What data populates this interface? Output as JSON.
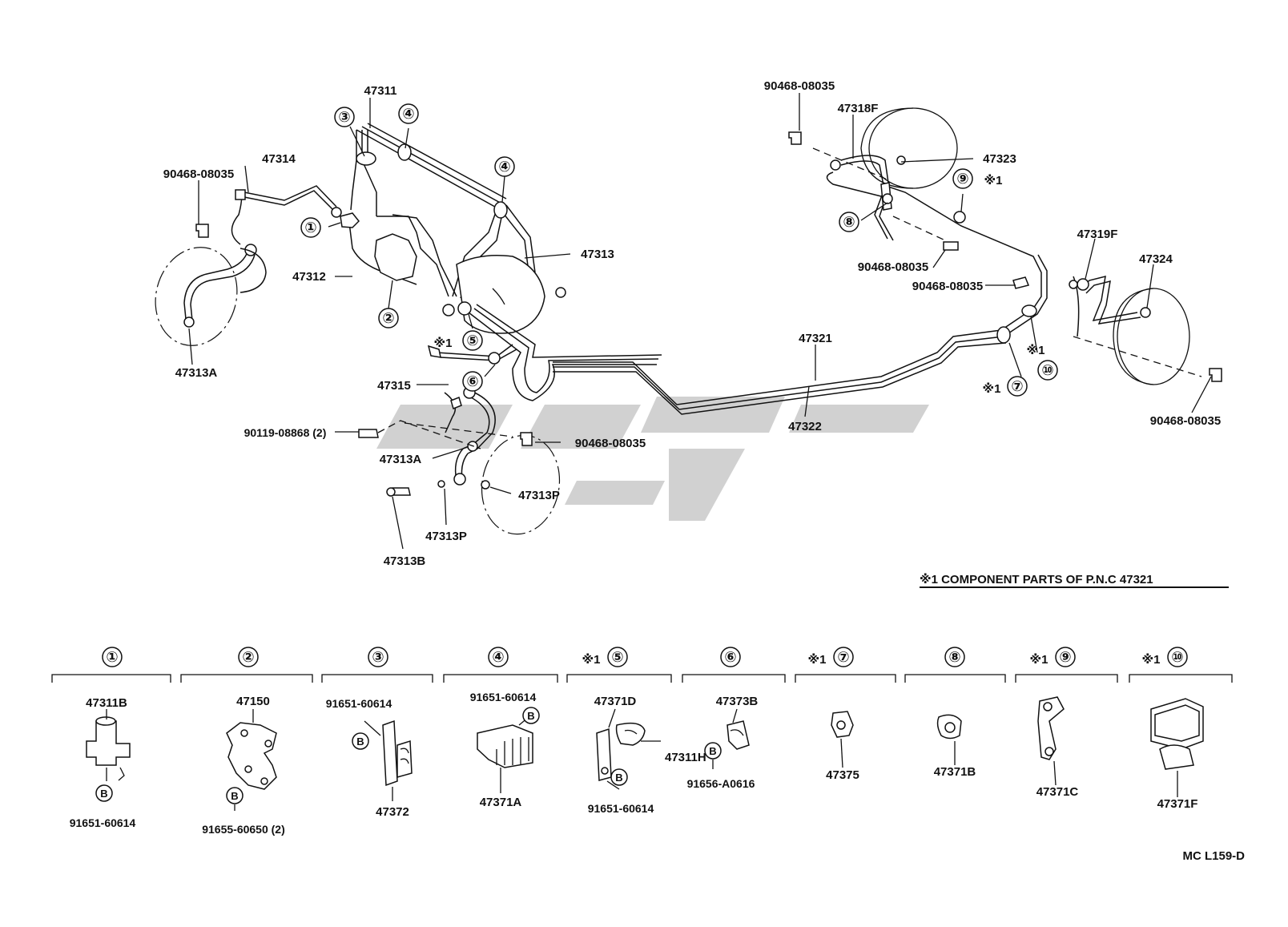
{
  "diagram": {
    "code": "MC L159-D",
    "note": "※1 COMPONENT PARTS OF P.N.C 47321",
    "callouts": [
      {
        "id": "47311",
        "text": "47311"
      },
      {
        "id": "47314",
        "text": "47314"
      },
      {
        "id": "90468a",
        "text": "90468-08035"
      },
      {
        "id": "47312",
        "text": "47312"
      },
      {
        "id": "47313",
        "text": "47313"
      },
      {
        "id": "47313A_left",
        "text": "47313A"
      },
      {
        "id": "47315",
        "text": "47315"
      },
      {
        "id": "90119",
        "text": "90119-08868 (2)"
      },
      {
        "id": "47313A_mid",
        "text": "47313A"
      },
      {
        "id": "90468b",
        "text": "90468-08035"
      },
      {
        "id": "47313P_a",
        "text": "47313P"
      },
      {
        "id": "47313P_b",
        "text": "47313P"
      },
      {
        "id": "47313B",
        "text": "47313B"
      },
      {
        "id": "47321",
        "text": "47321"
      },
      {
        "id": "47322",
        "text": "47322"
      },
      {
        "id": "90468c",
        "text": "90468-08035"
      },
      {
        "id": "47318F",
        "text": "47318F"
      },
      {
        "id": "47323",
        "text": "47323"
      },
      {
        "id": "90468d",
        "text": "90468-08035"
      },
      {
        "id": "90468e",
        "text": "90468-08035"
      },
      {
        "id": "47319F",
        "text": "47319F"
      },
      {
        "id": "47324",
        "text": "47324"
      },
      {
        "id": "90468f",
        "text": "90468-08035"
      }
    ],
    "markers": [
      "①",
      "②",
      "③",
      "④",
      "⑤",
      "⑥",
      "⑦",
      "⑧",
      "⑨",
      "⑩"
    ],
    "asterisk": "※1",
    "b_mark": "B",
    "components": [
      {
        "marker": "①",
        "starred": false,
        "labels": [
          "47311B",
          "91651-60614"
        ]
      },
      {
        "marker": "②",
        "starred": false,
        "labels": [
          "47150",
          "91655-60650 (2)"
        ]
      },
      {
        "marker": "③",
        "starred": false,
        "labels": [
          "91651-60614",
          "47372"
        ]
      },
      {
        "marker": "④",
        "starred": false,
        "labels": [
          "91651-60614",
          "47371A"
        ]
      },
      {
        "marker": "⑤",
        "starred": true,
        "labels": [
          "47371D",
          "47311H",
          "91651-60614"
        ]
      },
      {
        "marker": "⑥",
        "starred": false,
        "labels": [
          "47373B",
          "91656-A0616"
        ]
      },
      {
        "marker": "⑦",
        "starred": true,
        "labels": [
          "47375"
        ]
      },
      {
        "marker": "⑧",
        "starred": false,
        "labels": [
          "47371B"
        ]
      },
      {
        "marker": "⑨",
        "starred": true,
        "labels": [
          "47371C"
        ]
      },
      {
        "marker": "⑩",
        "starred": true,
        "labels": [
          "47371F"
        ]
      }
    ]
  }
}
